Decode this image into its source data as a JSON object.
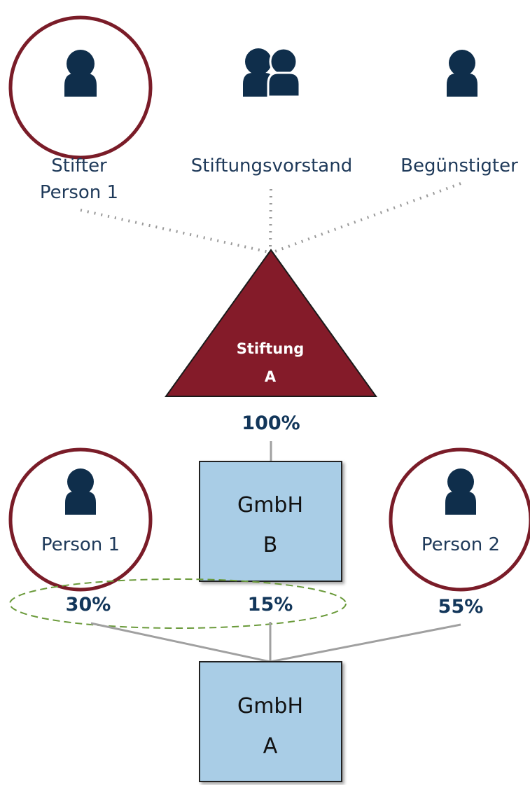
{
  "colors": {
    "circle_outline": "#7a1c28",
    "triangle_fill": "#841b29",
    "box_fill": "#a9cde6",
    "icon_fill": "#0f2e4b",
    "percent_text": "#12365a",
    "connector_dotted": "#9a9a9a",
    "connector_solid": "#a0a0a0",
    "highlight_ellipse": "#6a9a3a"
  },
  "top_roles": {
    "stifter_line1": "Stifter",
    "stifter_line2": "Person 1",
    "vorstand": "Stiftungsvorstand",
    "beguenstigter": "Begünstigter"
  },
  "icons": {
    "stifter": "person-icon",
    "vorstand": "group-icon",
    "beguenstigter": "person-icon",
    "person1": "person-icon",
    "person2": "person-icon"
  },
  "foundation": {
    "line1": "Stiftung",
    "line2": "A"
  },
  "ownership": {
    "stiftung_to_gmbh_b": "100%",
    "person1_to_gmbh_a": "30%",
    "gmbh_b_to_gmbh_a": "15%",
    "person2_to_gmbh_a": "55%"
  },
  "entities": {
    "gmbh_b_line1": "GmbH",
    "gmbh_b_line2": "B",
    "gmbh_a_line1": "GmbH",
    "gmbh_a_line2": "A",
    "person1": "Person 1",
    "person2": "Person 2"
  }
}
